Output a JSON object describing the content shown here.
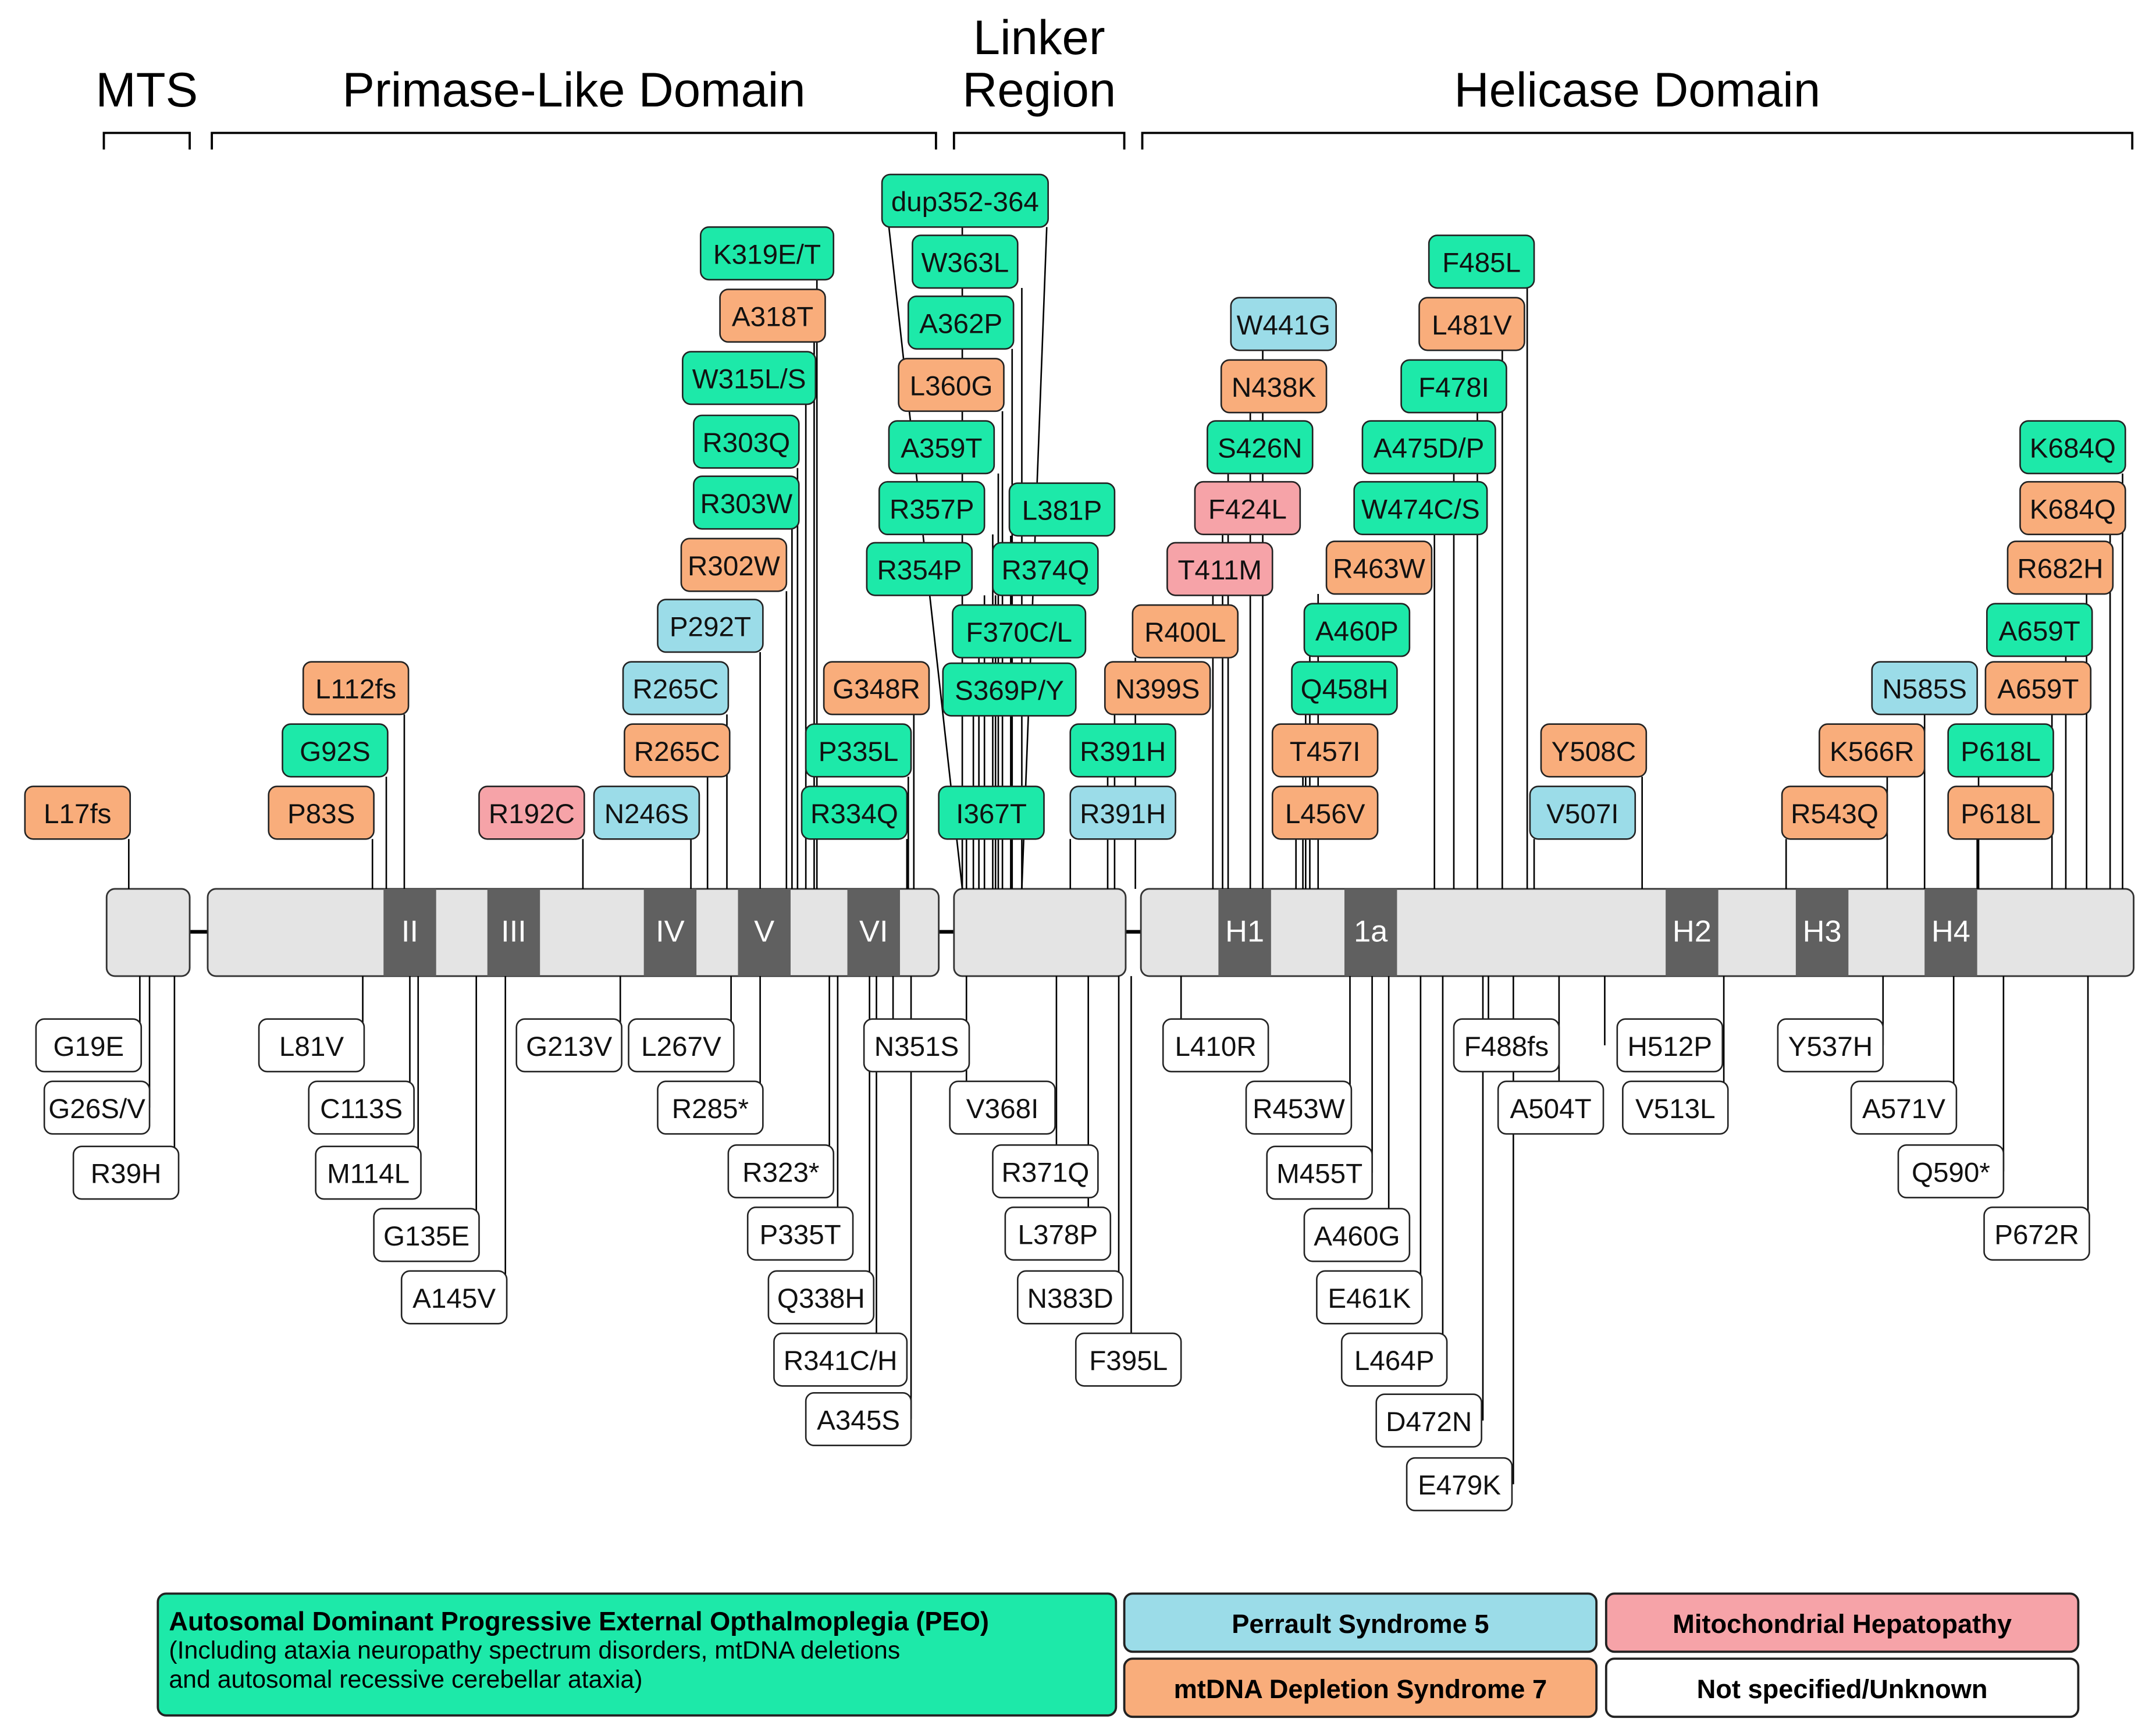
{
  "colors": {
    "peo": "#1de9a9",
    "perrault": "#9bdce8",
    "hepatopathy": "#f6a3a8",
    "depletion": "#f9ad7b",
    "unknown": "#ffffff",
    "domain_fill": "#e4e4e4",
    "motif_fill": "#606060"
  },
  "regions": [
    {
      "id": "mts",
      "label_lines": [
        "MTS"
      ]
    },
    {
      "id": "primase",
      "label_lines": [
        "Primase-Like Domain"
      ]
    },
    {
      "id": "linker",
      "label_lines": [
        "Linker",
        "Region"
      ]
    },
    {
      "id": "helicase",
      "label_lines": [
        "Helicase Domain"
      ]
    }
  ],
  "motifs": [
    "II",
    "III",
    "IV",
    "V",
    "VI",
    "H1",
    "1a",
    "H2",
    "H3",
    "H4"
  ],
  "mutations_above": [
    {
      "label": "L17fs",
      "cat": "depletion"
    },
    {
      "label": "P83S",
      "cat": "depletion"
    },
    {
      "label": "G92S",
      "cat": "peo"
    },
    {
      "label": "L112fs",
      "cat": "depletion"
    },
    {
      "label": "R192C",
      "cat": "hepatopathy"
    },
    {
      "label": "N246S",
      "cat": "perrault"
    },
    {
      "label": "R265C",
      "cat": "depletion"
    },
    {
      "label": "R265C",
      "cat": "perrault"
    },
    {
      "label": "P292T",
      "cat": "perrault"
    },
    {
      "label": "R302W",
      "cat": "depletion"
    },
    {
      "label": "R303W",
      "cat": "peo"
    },
    {
      "label": "R303Q",
      "cat": "peo"
    },
    {
      "label": "W315L/S",
      "cat": "peo"
    },
    {
      "label": "A318T",
      "cat": "depletion"
    },
    {
      "label": "K319E/T",
      "cat": "peo"
    },
    {
      "label": "R334Q",
      "cat": "peo"
    },
    {
      "label": "P335L",
      "cat": "peo"
    },
    {
      "label": "G348R",
      "cat": "depletion"
    },
    {
      "label": "dup352-364",
      "cat": "peo"
    },
    {
      "label": "W363L",
      "cat": "peo"
    },
    {
      "label": "A362P",
      "cat": "peo"
    },
    {
      "label": "L360G",
      "cat": "depletion"
    },
    {
      "label": "A359T",
      "cat": "peo"
    },
    {
      "label": "R357P",
      "cat": "peo"
    },
    {
      "label": "R354P",
      "cat": "peo"
    },
    {
      "label": "I367T",
      "cat": "peo"
    },
    {
      "label": "S369P/Y",
      "cat": "peo"
    },
    {
      "label": "F370C/L",
      "cat": "peo"
    },
    {
      "label": "R374Q",
      "cat": "peo"
    },
    {
      "label": "L381P",
      "cat": "peo"
    },
    {
      "label": "R391H",
      "cat": "perrault"
    },
    {
      "label": "R391H",
      "cat": "peo"
    },
    {
      "label": "N399S",
      "cat": "depletion"
    },
    {
      "label": "R400L",
      "cat": "depletion"
    },
    {
      "label": "T411M",
      "cat": "hepatopathy"
    },
    {
      "label": "F424L",
      "cat": "hepatopathy"
    },
    {
      "label": "S426N",
      "cat": "peo"
    },
    {
      "label": "N438K",
      "cat": "depletion"
    },
    {
      "label": "W441G",
      "cat": "perrault"
    },
    {
      "label": "L456V",
      "cat": "depletion"
    },
    {
      "label": "T457I",
      "cat": "depletion"
    },
    {
      "label": "Q458H",
      "cat": "peo"
    },
    {
      "label": "A460P",
      "cat": "peo"
    },
    {
      "label": "R463W",
      "cat": "depletion"
    },
    {
      "label": "W474C/S",
      "cat": "peo"
    },
    {
      "label": "A475D/P",
      "cat": "peo"
    },
    {
      "label": "F478I",
      "cat": "peo"
    },
    {
      "label": "L481V",
      "cat": "depletion"
    },
    {
      "label": "F485L",
      "cat": "peo"
    },
    {
      "label": "V507I",
      "cat": "perrault"
    },
    {
      "label": "Y508C",
      "cat": "depletion"
    },
    {
      "label": "R543Q",
      "cat": "depletion"
    },
    {
      "label": "K566R",
      "cat": "depletion"
    },
    {
      "label": "N585S",
      "cat": "perrault"
    },
    {
      "label": "P618L",
      "cat": "depletion"
    },
    {
      "label": "P618L",
      "cat": "peo"
    },
    {
      "label": "A659T",
      "cat": "depletion"
    },
    {
      "label": "A659T",
      "cat": "peo"
    },
    {
      "label": "R682H",
      "cat": "depletion"
    },
    {
      "label": "K684Q",
      "cat": "depletion"
    },
    {
      "label": "K684Q",
      "cat": "peo"
    }
  ],
  "mutations_below": [
    {
      "label": "G19E",
      "cat": "unknown"
    },
    {
      "label": "G26S/V",
      "cat": "unknown"
    },
    {
      "label": "R39H",
      "cat": "unknown"
    },
    {
      "label": "L81V",
      "cat": "unknown"
    },
    {
      "label": "C113S",
      "cat": "unknown"
    },
    {
      "label": "M114L",
      "cat": "unknown"
    },
    {
      "label": "G135E",
      "cat": "unknown"
    },
    {
      "label": "A145V",
      "cat": "unknown"
    },
    {
      "label": "G213V",
      "cat": "unknown"
    },
    {
      "label": "L267V",
      "cat": "unknown"
    },
    {
      "label": "R285*",
      "cat": "unknown"
    },
    {
      "label": "R323*",
      "cat": "unknown"
    },
    {
      "label": "P335T",
      "cat": "unknown"
    },
    {
      "label": "Q338H",
      "cat": "unknown"
    },
    {
      "label": "R341C/H",
      "cat": "unknown"
    },
    {
      "label": "A345S",
      "cat": "unknown"
    },
    {
      "label": "N351S",
      "cat": "unknown"
    },
    {
      "label": "V368I",
      "cat": "unknown"
    },
    {
      "label": "R371Q",
      "cat": "unknown"
    },
    {
      "label": "L378P",
      "cat": "unknown"
    },
    {
      "label": "N383D",
      "cat": "unknown"
    },
    {
      "label": "F395L",
      "cat": "unknown"
    },
    {
      "label": "L410R",
      "cat": "unknown"
    },
    {
      "label": "R453W",
      "cat": "unknown"
    },
    {
      "label": "M455T",
      "cat": "unknown"
    },
    {
      "label": "A460G",
      "cat": "unknown"
    },
    {
      "label": "E461K",
      "cat": "unknown"
    },
    {
      "label": "L464P",
      "cat": "unknown"
    },
    {
      "label": "D472N",
      "cat": "unknown"
    },
    {
      "label": "E479K",
      "cat": "unknown"
    },
    {
      "label": "F488fs",
      "cat": "unknown"
    },
    {
      "label": "A504T",
      "cat": "unknown"
    },
    {
      "label": "H512P",
      "cat": "unknown"
    },
    {
      "label": "V513L",
      "cat": "unknown"
    },
    {
      "label": "Y537H",
      "cat": "unknown"
    },
    {
      "label": "A571V",
      "cat": "unknown"
    },
    {
      "label": "Q590*",
      "cat": "unknown"
    },
    {
      "label": "P672R",
      "cat": "unknown"
    }
  ],
  "legend": [
    {
      "cat": "peo",
      "lines": [
        "Autosomal Dominant Progressive External Opthalmoplegia (PEO)",
        "(Including ataxia neuropathy spectrum disorders, mtDNA deletions",
        "and autosomal recessive cerebellar ataxia)"
      ]
    },
    {
      "cat": "perrault",
      "lines": [
        "Perrault Syndrome 5"
      ]
    },
    {
      "cat": "hepatopathy",
      "lines": [
        "Mitochondrial Hepatopathy"
      ]
    },
    {
      "cat": "depletion",
      "lines": [
        "mtDNA Depletion Syndrome 7"
      ]
    },
    {
      "cat": "unknown",
      "lines": [
        "Not specified/Unknown"
      ]
    }
  ]
}
